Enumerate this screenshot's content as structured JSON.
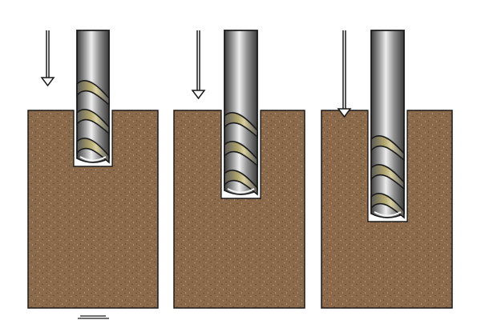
{
  "diagram": {
    "panels": [
      {
        "name": "panel-shallow-plunge",
        "depth_step": 1
      },
      {
        "name": "panel-medium-plunge",
        "depth_step": 2
      },
      {
        "name": "panel-deep-plunge",
        "depth_step": 3
      }
    ],
    "icons": {
      "feed_arrow": "down-arrow-icon",
      "tool": "end-mill-icon",
      "workpiece": "wood-block-icon"
    },
    "colors": {
      "background": "#ffffff",
      "wood": "#8a6a4b",
      "wood_dark": "#6e5238",
      "wood_light": "#b08d6d",
      "outline": "#1a1a1a",
      "steel_dark": "#3c3c3c",
      "steel_mid": "#8e8e8e",
      "steel_light": "#e6e6e6",
      "flute_gold": "#b2a66e"
    }
  }
}
